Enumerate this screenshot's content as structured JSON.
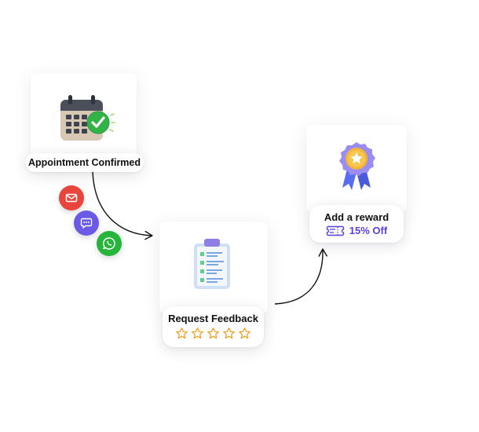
{
  "steps": {
    "appointment": {
      "label": "Appointment Confirmed"
    },
    "feedback": {
      "label": "Request Feedback",
      "stars_total": 5
    },
    "reward": {
      "label": "Add a reward",
      "offer": "15% Off"
    }
  },
  "channels": [
    {
      "name": "email-icon",
      "color": "#e8453c"
    },
    {
      "name": "chat-icon",
      "color": "#6a5ae6"
    },
    {
      "name": "whatsapp-icon",
      "color": "#25b53b"
    }
  ],
  "colors": {
    "star": "#f0a020",
    "accent": "#5b3ee0",
    "connector": "#111111"
  }
}
